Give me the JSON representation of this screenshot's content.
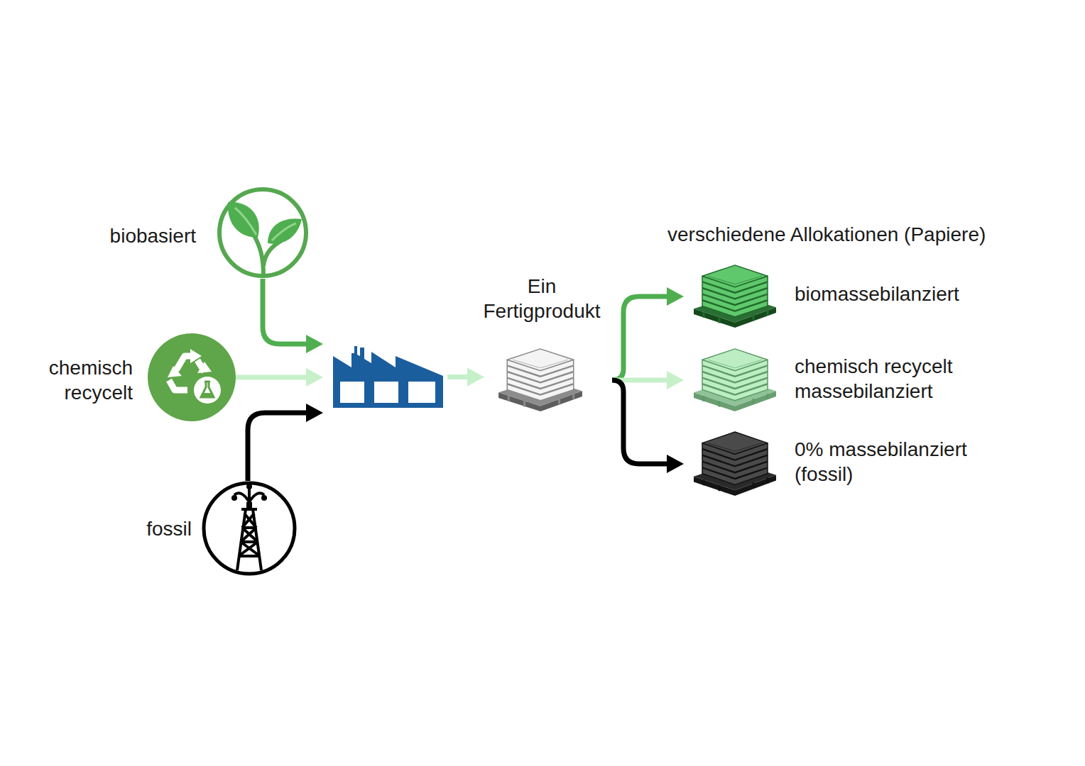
{
  "diagram": {
    "nodes": [
      {
        "text": [
          "biobasiert"
        ]
      },
      {
        "text": [
          "chemisch recycelt"
        ]
      },
      {
        "text": [
          "fossil"
        ]
      },
      {
        "text": []
      },
      {
        "text": [
          "Ein Fertigprodukt"
        ]
      },
      {
        "text": [
          "biomassebilanziert"
        ]
      },
      {
        "text": [
          "chemisch recycelt massebilanziert"
        ]
      },
      {
        "text": [
          "0% massebilanziert (fossil)"
        ]
      }
    ],
    "edges": [
      {
        "from": 0,
        "to": 3,
        "arrow": "to"
      },
      {
        "from": 1,
        "to": 3,
        "arrow": "to"
      },
      {
        "from": 2,
        "to": 3,
        "arrow": "to"
      },
      {
        "from": 3,
        "to": 4,
        "arrow": "to"
      },
      {
        "from": 4,
        "to": 5,
        "arrow": "to"
      },
      {
        "from": 4,
        "to": 6,
        "arrow": "to"
      },
      {
        "from": 4,
        "to": 7,
        "arrow": "to"
      }
    ],
    "labels": [
      "verschiedene Allokationen (Papiere)"
    ]
  }
}
